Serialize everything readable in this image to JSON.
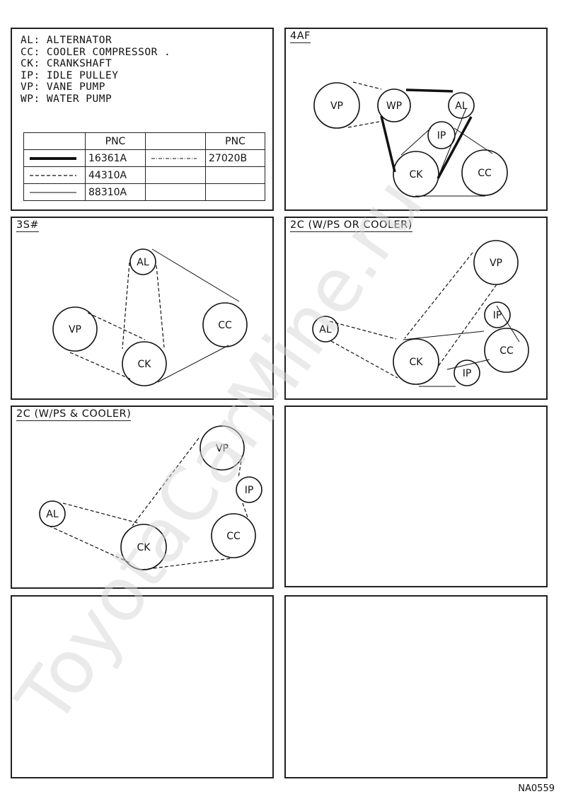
{
  "legend": {
    "abbreviations": [
      "AL: ALTERNATOR",
      "CC: COOLER COMPRESSOR .",
      "CK: CRANKSHAFT",
      "IP: IDLE PULLEY",
      "VP: VANE PUMP",
      "WP: WATER PUMP"
    ],
    "pnc_header": "PNC",
    "pnc_left": [
      "16361A",
      "44310A",
      "88310A"
    ],
    "pnc_right": [
      "27020B"
    ]
  },
  "panels": {
    "p4af": {
      "title": "4AF",
      "labels": [
        "VP",
        "WP",
        "AL",
        "IP",
        "CK",
        "CC"
      ]
    },
    "p3s": {
      "title": "3S#",
      "labels": [
        "AL",
        "VP",
        "CC",
        "CK"
      ]
    },
    "p2c_or": {
      "title": "2C (W/PS OR COOLER)",
      "labels": [
        "VP",
        "IP",
        "AL",
        "CK",
        "CC",
        "IP"
      ]
    },
    "p2c_and": {
      "title": "2C (W/PS & COOLER)",
      "labels": [
        "VP",
        "IP",
        "AL",
        "CC",
        "CK"
      ]
    }
  },
  "watermark": "ToyotaCarMine.ru",
  "footer": "NA0559"
}
